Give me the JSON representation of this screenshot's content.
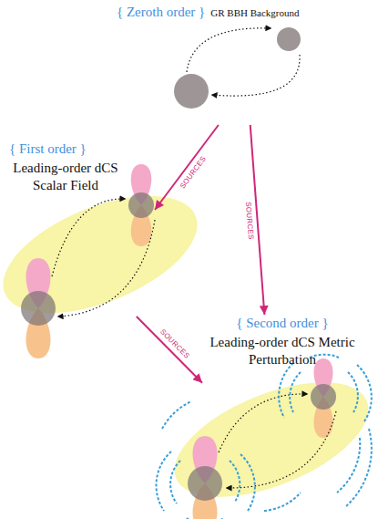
{
  "diagram": {
    "nodes": [
      {
        "text": [
          "{ Zeroth order }",
          "GR BBH Background"
        ]
      },
      {
        "text": [
          "{ First order }",
          "Leading-order dCS Scalar Field"
        ]
      },
      {
        "text": [
          "{ Second order }",
          "Leading-order dCS Metric Perturbation"
        ]
      }
    ],
    "edges": [
      {
        "from": 0,
        "to": 1,
        "arrow": "to",
        "label": "SOURCES"
      },
      {
        "from": 0,
        "to": 2,
        "arrow": "to",
        "label": "SOURCES"
      },
      {
        "from": 1,
        "to": 2,
        "arrow": "to",
        "label": "SOURCES"
      }
    ]
  }
}
